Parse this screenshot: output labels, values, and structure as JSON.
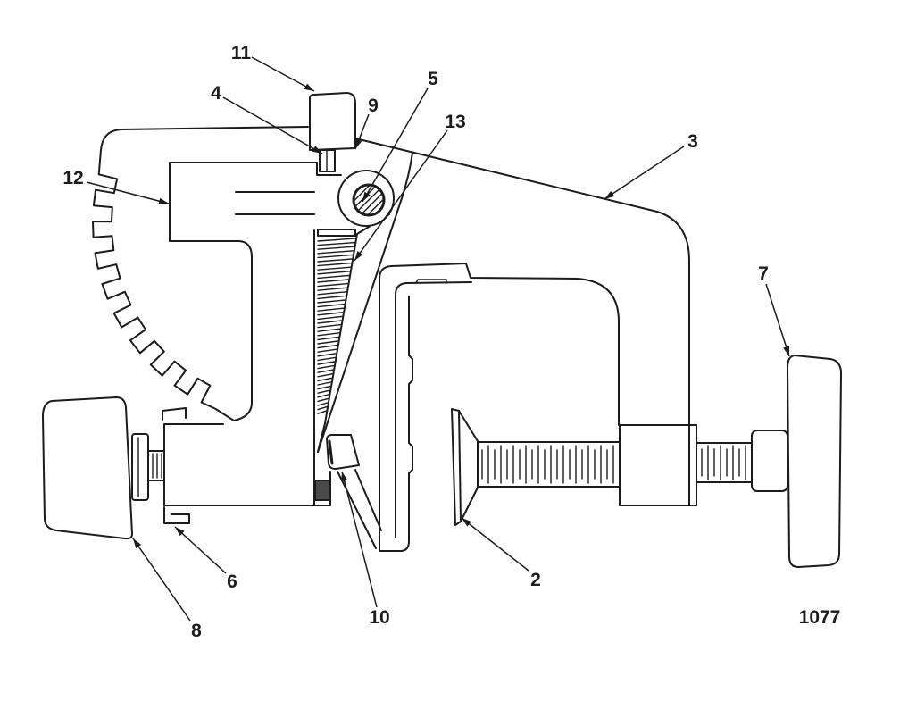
{
  "callouts": [
    "11",
    "4",
    "9",
    "5",
    "13",
    "3",
    "12",
    "7",
    "2",
    "10",
    "6",
    "8"
  ],
  "figure_number": "1077",
  "colors": {
    "ink": "#1c1c1c",
    "paper": "#ffffff"
  }
}
